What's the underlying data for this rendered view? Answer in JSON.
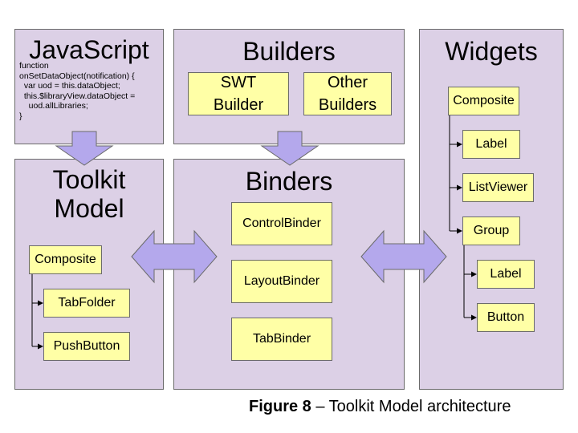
{
  "javascript_panel": {
    "title": "JavaScript",
    "code": "function\nonSetDataObject(notification) {\n  var uod = this.dataObject;\n  this.$libraryView.dataObject =\n    uod.allLibraries;\n}"
  },
  "builders_panel": {
    "title": "Builders",
    "swt_builder": "SWT\nBuilder",
    "other_builders": "Other\nBuilders"
  },
  "widgets_panel": {
    "title": "Widgets",
    "composite": "Composite",
    "label1": "Label",
    "listviewer": "ListViewer",
    "group": "Group",
    "label2": "Label",
    "button": "Button"
  },
  "toolkit_panel": {
    "title": "Toolkit\nModel",
    "composite": "Composite",
    "tabfolder": "TabFolder",
    "pushbutton": "PushButton"
  },
  "binders_panel": {
    "title": "Binders",
    "controlbinder": "ControlBinder",
    "layoutbinder": "LayoutBinder",
    "tabbinder": "TabBinder"
  },
  "caption": {
    "figure_label": "Figure 8",
    "text": " – Toolkit Model architecture"
  },
  "colors": {
    "panel_fill": "#dcd0e6",
    "box_fill": "#ffffa6",
    "arrow_fill": "#b4a8ec"
  }
}
